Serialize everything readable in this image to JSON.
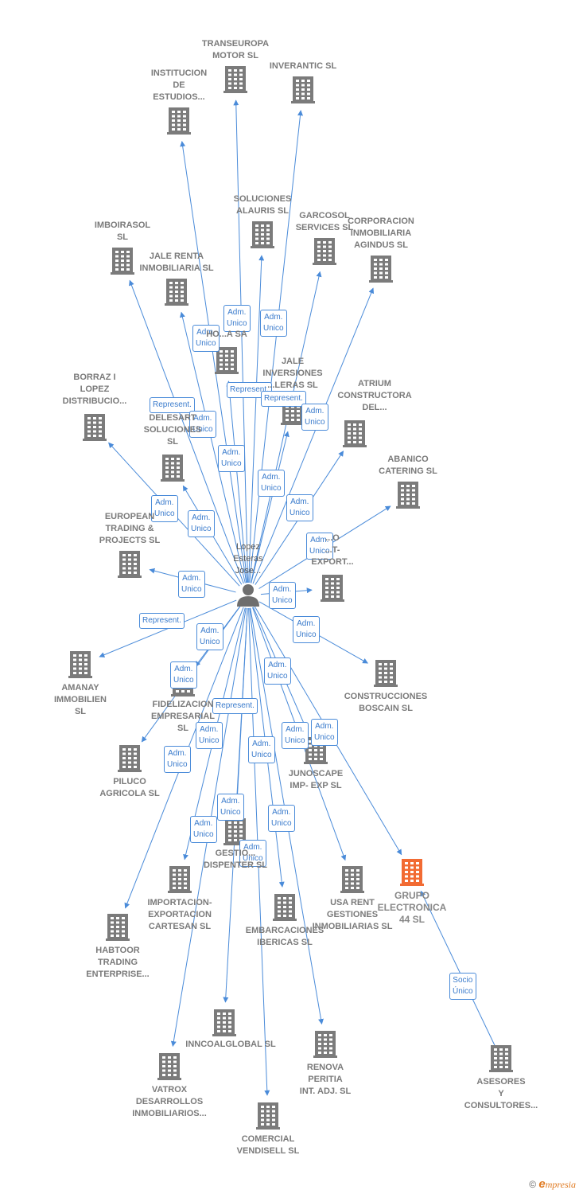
{
  "colors": {
    "edge": "#4a8bd9",
    "building": "#7b7b7b",
    "focus_building": "#f26b33",
    "person": "#6e6e6e",
    "label": "#7a7a7a"
  },
  "icons": {
    "company": "building-icon",
    "focus": "building-icon",
    "person": "person-icon"
  },
  "person": {
    "id": "p",
    "label": [
      "Lopez",
      "Esteras",
      "Jose..."
    ]
  },
  "companies": [
    {
      "id": "transeuropa",
      "label": [
        "TRANSEUROPA",
        "MOTOR  SL"
      ]
    },
    {
      "id": "inverantic",
      "label": [
        "INVERANTIC SL"
      ]
    },
    {
      "id": "institucion",
      "label": [
        "INSTITUCION",
        "DE",
        "ESTUDIOS..."
      ]
    },
    {
      "id": "soluciones",
      "label": [
        "SOLUCIONES",
        "ALAURIS  SL"
      ]
    },
    {
      "id": "garcosol",
      "label": [
        "GARCOSOL",
        "SERVICES  SL"
      ]
    },
    {
      "id": "corporacion",
      "label": [
        "CORPORACION",
        "INMOBILIARIA",
        "AGINDUS  SL"
      ]
    },
    {
      "id": "imboirasol",
      "label": [
        "IMBOIRASOL",
        "SL"
      ]
    },
    {
      "id": "jalerenta",
      "label": [
        "JALE RENTA",
        "INMOBILIARIA SL"
      ]
    },
    {
      "id": "hora",
      "label": [
        "HO...A SA"
      ]
    },
    {
      "id": "jaleinv",
      "label": [
        "JALE",
        "INVERSIONES",
        "...LERAS SL"
      ]
    },
    {
      "id": "atrium",
      "label": [
        "ATRIUM",
        "CONSTRUCTORA",
        "DEL..."
      ]
    },
    {
      "id": "borraz",
      "label": [
        "BORRAZ I",
        "LOPEZ",
        "DISTRIBUCIO..."
      ]
    },
    {
      "id": "delesart",
      "label": [
        "DELESART",
        "SOLUCIONES",
        "SL"
      ]
    },
    {
      "id": "abanico",
      "label": [
        "ABANICO",
        "CATERING SL"
      ]
    },
    {
      "id": "european",
      "label": [
        "EUROPEAN",
        "TRADING &",
        "PROJECTS  SL"
      ]
    },
    {
      "id": "importexport",
      "label": [
        "...O",
        "...T-",
        "EXPORT..."
      ]
    },
    {
      "id": "amanay",
      "label": [
        "AMANAY",
        "IMMOBILIEN",
        "SL"
      ]
    },
    {
      "id": "construcciones",
      "label": [
        "CONSTRUCCIONES",
        "BOSCAIN  SL"
      ]
    },
    {
      "id": "fidelizacion",
      "label": [
        "FIDELIZACION",
        "EMPRESARIAL",
        "SL"
      ]
    },
    {
      "id": "piluco",
      "label": [
        "PILUCO",
        "AGRICOLA  SL"
      ]
    },
    {
      "id": "junoscape",
      "label": [
        "JUNOSCAPE",
        "IMP- EXP  SL"
      ]
    },
    {
      "id": "gestion",
      "label": [
        "GESTIO...",
        "DISPENTER  SL"
      ]
    },
    {
      "id": "importacion",
      "label": [
        "IMPORTACION-",
        "EXPORTACION",
        "CARTESAN  SL"
      ]
    },
    {
      "id": "usarent",
      "label": [
        "USA RENT",
        "GESTIONES",
        "INMOBILIARIAS SL"
      ]
    },
    {
      "id": "grupo",
      "label": [
        "GRUPO",
        "ELECTRONICA",
        "44  SL"
      ],
      "focus": true
    },
    {
      "id": "embarcaciones",
      "label": [
        "EMBARCACIONES",
        "IBERICAS SL"
      ]
    },
    {
      "id": "habtoor",
      "label": [
        "HABTOOR",
        "TRADING",
        "ENTERPRISE..."
      ]
    },
    {
      "id": "inncoal",
      "label": [
        "INNCOALGLOBAL SL"
      ]
    },
    {
      "id": "renova",
      "label": [
        "RENOVA",
        "PERITIA",
        "INT. ADJ.  SL"
      ]
    },
    {
      "id": "asesores",
      "label": [
        "ASESORES",
        "Y",
        "CONSULTORES..."
      ]
    },
    {
      "id": "vatrox",
      "label": [
        "VATROX",
        "DESARROLLOS",
        "INMOBILIARIOS..."
      ]
    },
    {
      "id": "comercial",
      "label": [
        "COMERCIAL",
        "VENDISELL SL"
      ]
    }
  ],
  "edges": [
    {
      "from": "p",
      "to": "transeuropa",
      "label": [
        "Adm.",
        "Unico"
      ]
    },
    {
      "from": "p",
      "to": "inverantic",
      "label": [
        "Adm.",
        "Unico"
      ]
    },
    {
      "from": "p",
      "to": "institucion",
      "label": [
        "Adm.",
        "Unico"
      ]
    },
    {
      "from": "p",
      "to": "soluciones",
      "label": [
        "Represent."
      ]
    },
    {
      "from": "p",
      "to": "garcosol",
      "label": [
        "Represent."
      ]
    },
    {
      "from": "p",
      "to": "corporacion",
      "label": [
        "Adm.",
        "Unico"
      ]
    },
    {
      "from": "p",
      "to": "imboirasol",
      "label": [
        "Represent."
      ]
    },
    {
      "from": "p",
      "to": "jalerenta",
      "label": [
        "Adm.",
        "Unico"
      ]
    },
    {
      "from": "p",
      "to": "hora",
      "label": [
        "Adm.",
        "Unico"
      ]
    },
    {
      "from": "p",
      "to": "jaleinv",
      "label": [
        "Adm.",
        "Unico"
      ]
    },
    {
      "from": "p",
      "to": "atrium",
      "label": [
        "Adm.",
        "Unico"
      ]
    },
    {
      "from": "p",
      "to": "borraz",
      "label": [
        "Adm.",
        "Unico"
      ]
    },
    {
      "from": "p",
      "to": "delesart",
      "label": [
        "Adm.",
        "Unico"
      ]
    },
    {
      "from": "p",
      "to": "abanico",
      "label": [
        "Adm.",
        "Unico"
      ]
    },
    {
      "from": "p",
      "to": "european",
      "label": [
        "Adm.",
        "Unico"
      ]
    },
    {
      "from": "p",
      "to": "importexport",
      "label": [
        "Adm.",
        "Unico"
      ]
    },
    {
      "from": "p",
      "to": "amanay",
      "label": [
        "Represent."
      ]
    },
    {
      "from": "p",
      "to": "construcciones",
      "label": [
        "Adm.",
        "Unico"
      ]
    },
    {
      "from": "p",
      "to": "fidelizacion",
      "label": [
        "Adm.",
        "Unico"
      ]
    },
    {
      "from": "p",
      "to": "piluco",
      "label": [
        "Adm.",
        "Unico"
      ]
    },
    {
      "from": "p",
      "to": "junoscape",
      "label": [
        "Adm.",
        "Unico"
      ]
    },
    {
      "from": "p",
      "to": "gestion",
      "label": [
        "Adm.",
        "Unico"
      ]
    },
    {
      "from": "p",
      "to": "importacion",
      "label": [
        "Adm.",
        "Unico"
      ]
    },
    {
      "from": "p",
      "to": "usarent",
      "label": [
        "Adm.",
        "Unico"
      ]
    },
    {
      "from": "p",
      "to": "grupo",
      "label": [
        "Adm.",
        "Unico"
      ]
    },
    {
      "from": "p",
      "to": "embarcaciones",
      "label": [
        "Adm.",
        "Unico"
      ]
    },
    {
      "from": "p",
      "to": "habtoor",
      "label": [
        "Adm.",
        "Unico"
      ]
    },
    {
      "from": "p",
      "to": "inncoal",
      "label": [
        "Represent."
      ]
    },
    {
      "from": "p",
      "to": "renova",
      "label": [
        "Adm.",
        "Unico"
      ]
    },
    {
      "from": "p",
      "to": "vatrox",
      "label": [
        "Adm.",
        "Unico"
      ]
    },
    {
      "from": "p",
      "to": "comercial",
      "label": [
        "Adm.",
        "Unico"
      ]
    },
    {
      "from": "asesores",
      "to": "grupo",
      "label": [
        "Socio",
        "Único"
      ]
    }
  ],
  "footer": {
    "copyright": "©",
    "brand_initial": "e",
    "brand_rest": "mpresia"
  }
}
